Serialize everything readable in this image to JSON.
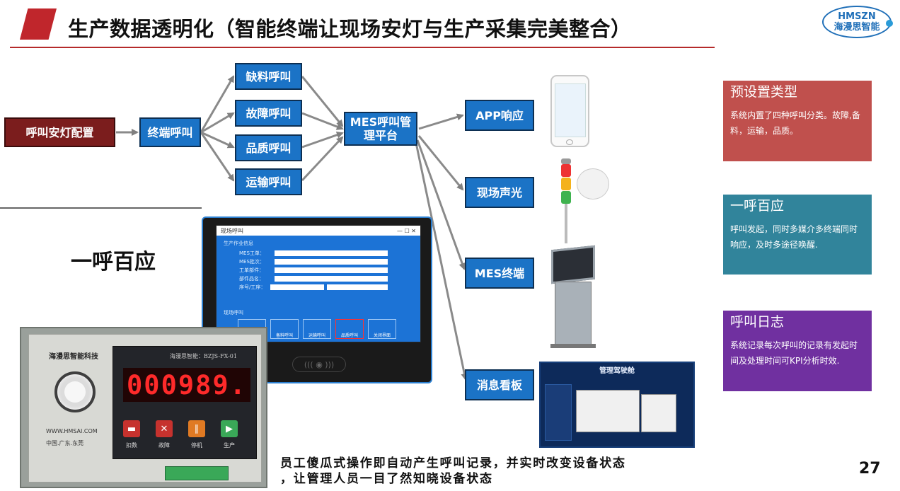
{
  "header": {
    "title": "生产数据透明化（智能终端让现场安灯与生产采集完美整合）",
    "logo_en": "HMSZN",
    "logo_cn": "海漫思智能"
  },
  "flow": {
    "config": "呼叫安灯配置",
    "terminal_call": "终端呼叫",
    "calls": [
      "缺料呼叫",
      "故障呼叫",
      "品质呼叫",
      "运输呼叫"
    ],
    "platform_line1": "MES呼叫管",
    "platform_line2": "理平台",
    "outputs": [
      "APP响应",
      "现场声光",
      "MES终端",
      "消息看板"
    ]
  },
  "left_heading": "一呼百应",
  "tablet": {
    "window_title": "现场呼叫",
    "win_controls": "—    ☐    ✕",
    "section_info": "生产作业信息",
    "fields": [
      "MES工单：",
      "MES批次：",
      "工单部件：",
      "部件品名：",
      "序号/工序："
    ],
    "section_call": "现场呼叫",
    "buttons": [
      "",
      "备料呼叫",
      "运输呼叫",
      "品质呼叫",
      "关闭界面"
    ],
    "nfc": "(((  ◉  )))"
  },
  "device": {
    "brand": "海漫思智能科技",
    "model": "海漫思智能：BZJS-FX-01",
    "display": "000989.",
    "site": "WWW.HMSAI.COM",
    "location": "中国.广东.东莞",
    "keys": [
      {
        "label": "扣数",
        "glyph": "▬",
        "color": "#c6322e"
      },
      {
        "label": "故障",
        "glyph": "✕",
        "color": "#c6322e"
      },
      {
        "label": "停机",
        "glyph": "∥",
        "color": "#e07a23"
      },
      {
        "label": "生产",
        "glyph": "▶",
        "color": "#3aa858"
      }
    ]
  },
  "board": {
    "title": "管理驾驶舱"
  },
  "caption": {
    "line1": "员工傻瓜式操作即自动产生呼叫记录，并实时改变设备状态",
    "line2": "，让管理人员一目了然知晓设备状态"
  },
  "page_number": "27",
  "cards": [
    {
      "title": "预设置类型",
      "body": "系统内置了四种呼叫分类。故障,备料，运输，品质。",
      "color": "#c0504d"
    },
    {
      "title": "一呼百应",
      "body": "呼叫发起，同时多媒介多终端同时响应，及时多途径唤醒.",
      "color": "#31849b"
    },
    {
      "title": "呼叫日志",
      "body": "系统记录每次呼叫的记录有发起时间及处理时间可KPI分析时效.",
      "color": "#7030a0"
    }
  ]
}
